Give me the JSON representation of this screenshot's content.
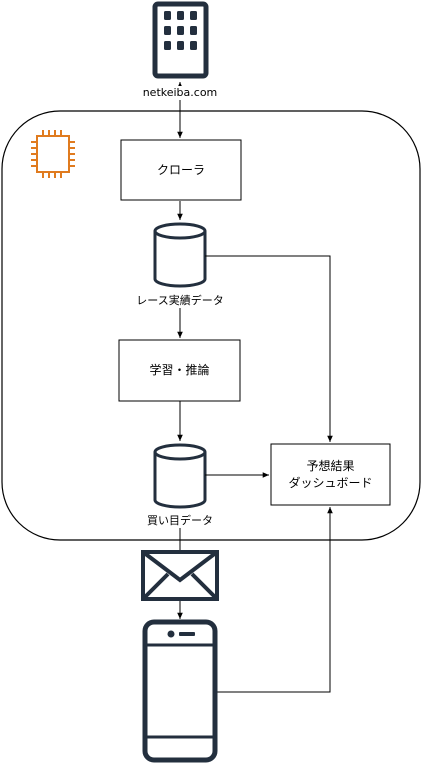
{
  "nodes": {
    "website": {
      "label": "netkeiba.com",
      "icon": "office-building-icon"
    },
    "server": {
      "icon": "ec2-instance-icon",
      "color": "#E07B1F"
    },
    "crawler": {
      "label": "クローラ"
    },
    "race_db": {
      "label": "レース実績データ",
      "icon": "database-icon"
    },
    "learning": {
      "label": "学習・推論"
    },
    "betting_db": {
      "label": "買い目データ",
      "icon": "database-icon"
    },
    "dashboard": {
      "label": "予想結果\nダッシュボード"
    },
    "mail": {
      "icon": "mail-envelope-icon"
    },
    "phone": {
      "icon": "mobile-phone-icon"
    }
  },
  "colors": {
    "icon_dark": "#232F3E",
    "line": "#000000",
    "ec2": "#E07B1F"
  }
}
